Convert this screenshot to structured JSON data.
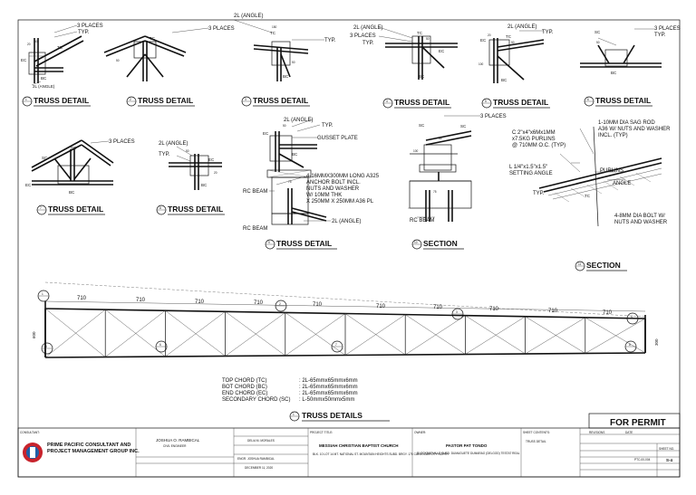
{
  "details": [
    {
      "num": "1",
      "label": "TRUSS DETAIL",
      "notes": [
        "3 PLACES",
        "TYP.",
        "TC",
        "EC",
        "BC",
        "2L (ANGLE)",
        "20",
        "50",
        "50",
        "150"
      ]
    },
    {
      "num": "2",
      "label": "TRUSS DETAIL",
      "notes": [
        "3 PLACES",
        "TC",
        "50"
      ]
    },
    {
      "num": "3",
      "label": "TRUSS DETAIL",
      "notes": [
        "2L (ANGLE)",
        "TYP.",
        "TC",
        "150",
        "50",
        "BC"
      ]
    },
    {
      "num": "4",
      "label": "TRUSS DETAIL",
      "notes": [
        "2L (ANGLE)",
        "3 PLACES",
        "TYP.",
        "TC",
        "EC",
        "BC",
        "50"
      ]
    },
    {
      "num": "5",
      "label": "TRUSS DETAIL",
      "notes": [
        "2L (ANGLE)",
        "TYP.",
        "EC",
        "TC",
        "BC",
        "20",
        "50",
        "100"
      ]
    },
    {
      "num": "6",
      "label": "TRUSS DETAIL",
      "notes": [
        "SC",
        "3 PLACES",
        "TYP.",
        "50",
        "BC"
      ]
    },
    {
      "num": "7",
      "label": "TRUSS DETAIL",
      "notes": [
        "3 PLACES",
        "SC",
        "SC",
        "EC",
        "BC"
      ]
    },
    {
      "num": "8",
      "label": "TRUSS DETAIL",
      "notes": [
        "2L (ANGLE)",
        "TYP.",
        "EC",
        "BC",
        "50",
        "20"
      ]
    },
    {
      "num": "9",
      "label": "TRUSS DETAIL",
      "notes": [
        "2L (ANGLE)",
        "TYP.",
        "EC",
        "BC",
        "GUSSET PLATE",
        "4-16MMX300MM LONG A325",
        "ANCHOR BOLT INCL.",
        "NUTS AND WASHER",
        "W/ 10MM THK",
        "X 250MM X 250MM A36 PL",
        "RC BEAM",
        "RC BEAM",
        "2L (ANGLE)",
        "75",
        "50"
      ]
    },
    {
      "num": "10",
      "label": "SECTION",
      "notes": [
        "SC",
        "SC",
        "3 PLACES",
        "RC BEAM",
        "75",
        "50",
        "100"
      ]
    },
    {
      "num": "11",
      "label": "SECTION",
      "notes": [
        "1-10MM DIA SAG ROD",
        "A36 W/ NUTS AND WASHER",
        "INCL. (TYP)",
        "C 2\"x4\"x6Mx1MM",
        "x7.5KG PURLINS",
        "@ 710MM O.C. (TYP)",
        "L 1/4\"x1.5\"x1.5\"",
        "SETTING ANGLE",
        "TYP.",
        "PURLINS",
        "ANGLE",
        "TC",
        "4-8MM DIA BOLT W/",
        "NUTS AND WASHER"
      ]
    }
  ],
  "elevation": {
    "spacing": "710",
    "panels": 10,
    "height_left": "600",
    "height_right": "300",
    "callouts": [
      {
        "num": "1",
        "pos": "top-left"
      },
      {
        "num": "2",
        "pos": "top-mid"
      },
      {
        "num": "3",
        "pos": "top-mid2"
      },
      {
        "num": "4",
        "pos": "top-right"
      },
      {
        "num": "5",
        "pos": "bottom-left"
      },
      {
        "num": "6",
        "pos": "bottom"
      },
      {
        "num": "7",
        "pos": "bottom-mid"
      },
      {
        "num": "8",
        "pos": "bottom-right"
      }
    ],
    "legend": [
      {
        "key": "TOP CHORD (TC)",
        "val": ": 2L-65mmx65mmx6mm"
      },
      {
        "key": "BOT CHORD (BC)",
        "val": ": 2L-65mmx65mmx6mm"
      },
      {
        "key": "END CHORD (EC)",
        "val": ": 2L-65mmx65mmx6mm"
      },
      {
        "key": "SECONDARY CHORD (SC)",
        "val": ": L-50mmx50mmx5mm"
      }
    ],
    "title_num": "1",
    "title": "TRUSS DETAILS"
  },
  "stamp": "FOR PERMIT",
  "title_block": {
    "consultant_label": "CONSULTANT:",
    "firm_line1": "PRIME PACIFIC  CONSULTANT AND",
    "firm_line2": "PROJECT MANAGEMENT GROUP INC.",
    "engineer": "JOSHUA O. RAMBICAL",
    "engineer_title": "CIVIL ENGINEER",
    "drawn_by": "DELIA M. MORALES",
    "checked_by": "ENGR. JOSHUA RAMBICAL",
    "date": "DECEMBER 11, 2020",
    "project_title_label": "PROJECT TITLE:",
    "project": "MESSIAH CHRISTIAN BAPTIST CHURCH",
    "project_address": "BLK. 10 LOT 14 MT. NATIONAL ST. MOUNTAIN HEIGHTS SUBD. BRGY. 175 CALOOCAN CITY NORTH",
    "owner_label": "OWNER:",
    "owner": "PASTOR PAT TONDO",
    "owner_address": "BLOCK5MDVILLE SUBD. DUMAGUETE DUMARAO (DELGOD) TESTAT REAL",
    "sheet_contents_label": "SHEET CONTENTS:",
    "sheet_contents": "TRUSS DETAIL",
    "rev_header": "REVISIONS",
    "date_header": "DATE",
    "sheet_no_label": "SHEET NO.",
    "sheet_no": "S-4",
    "code": "PTC-00-004"
  }
}
